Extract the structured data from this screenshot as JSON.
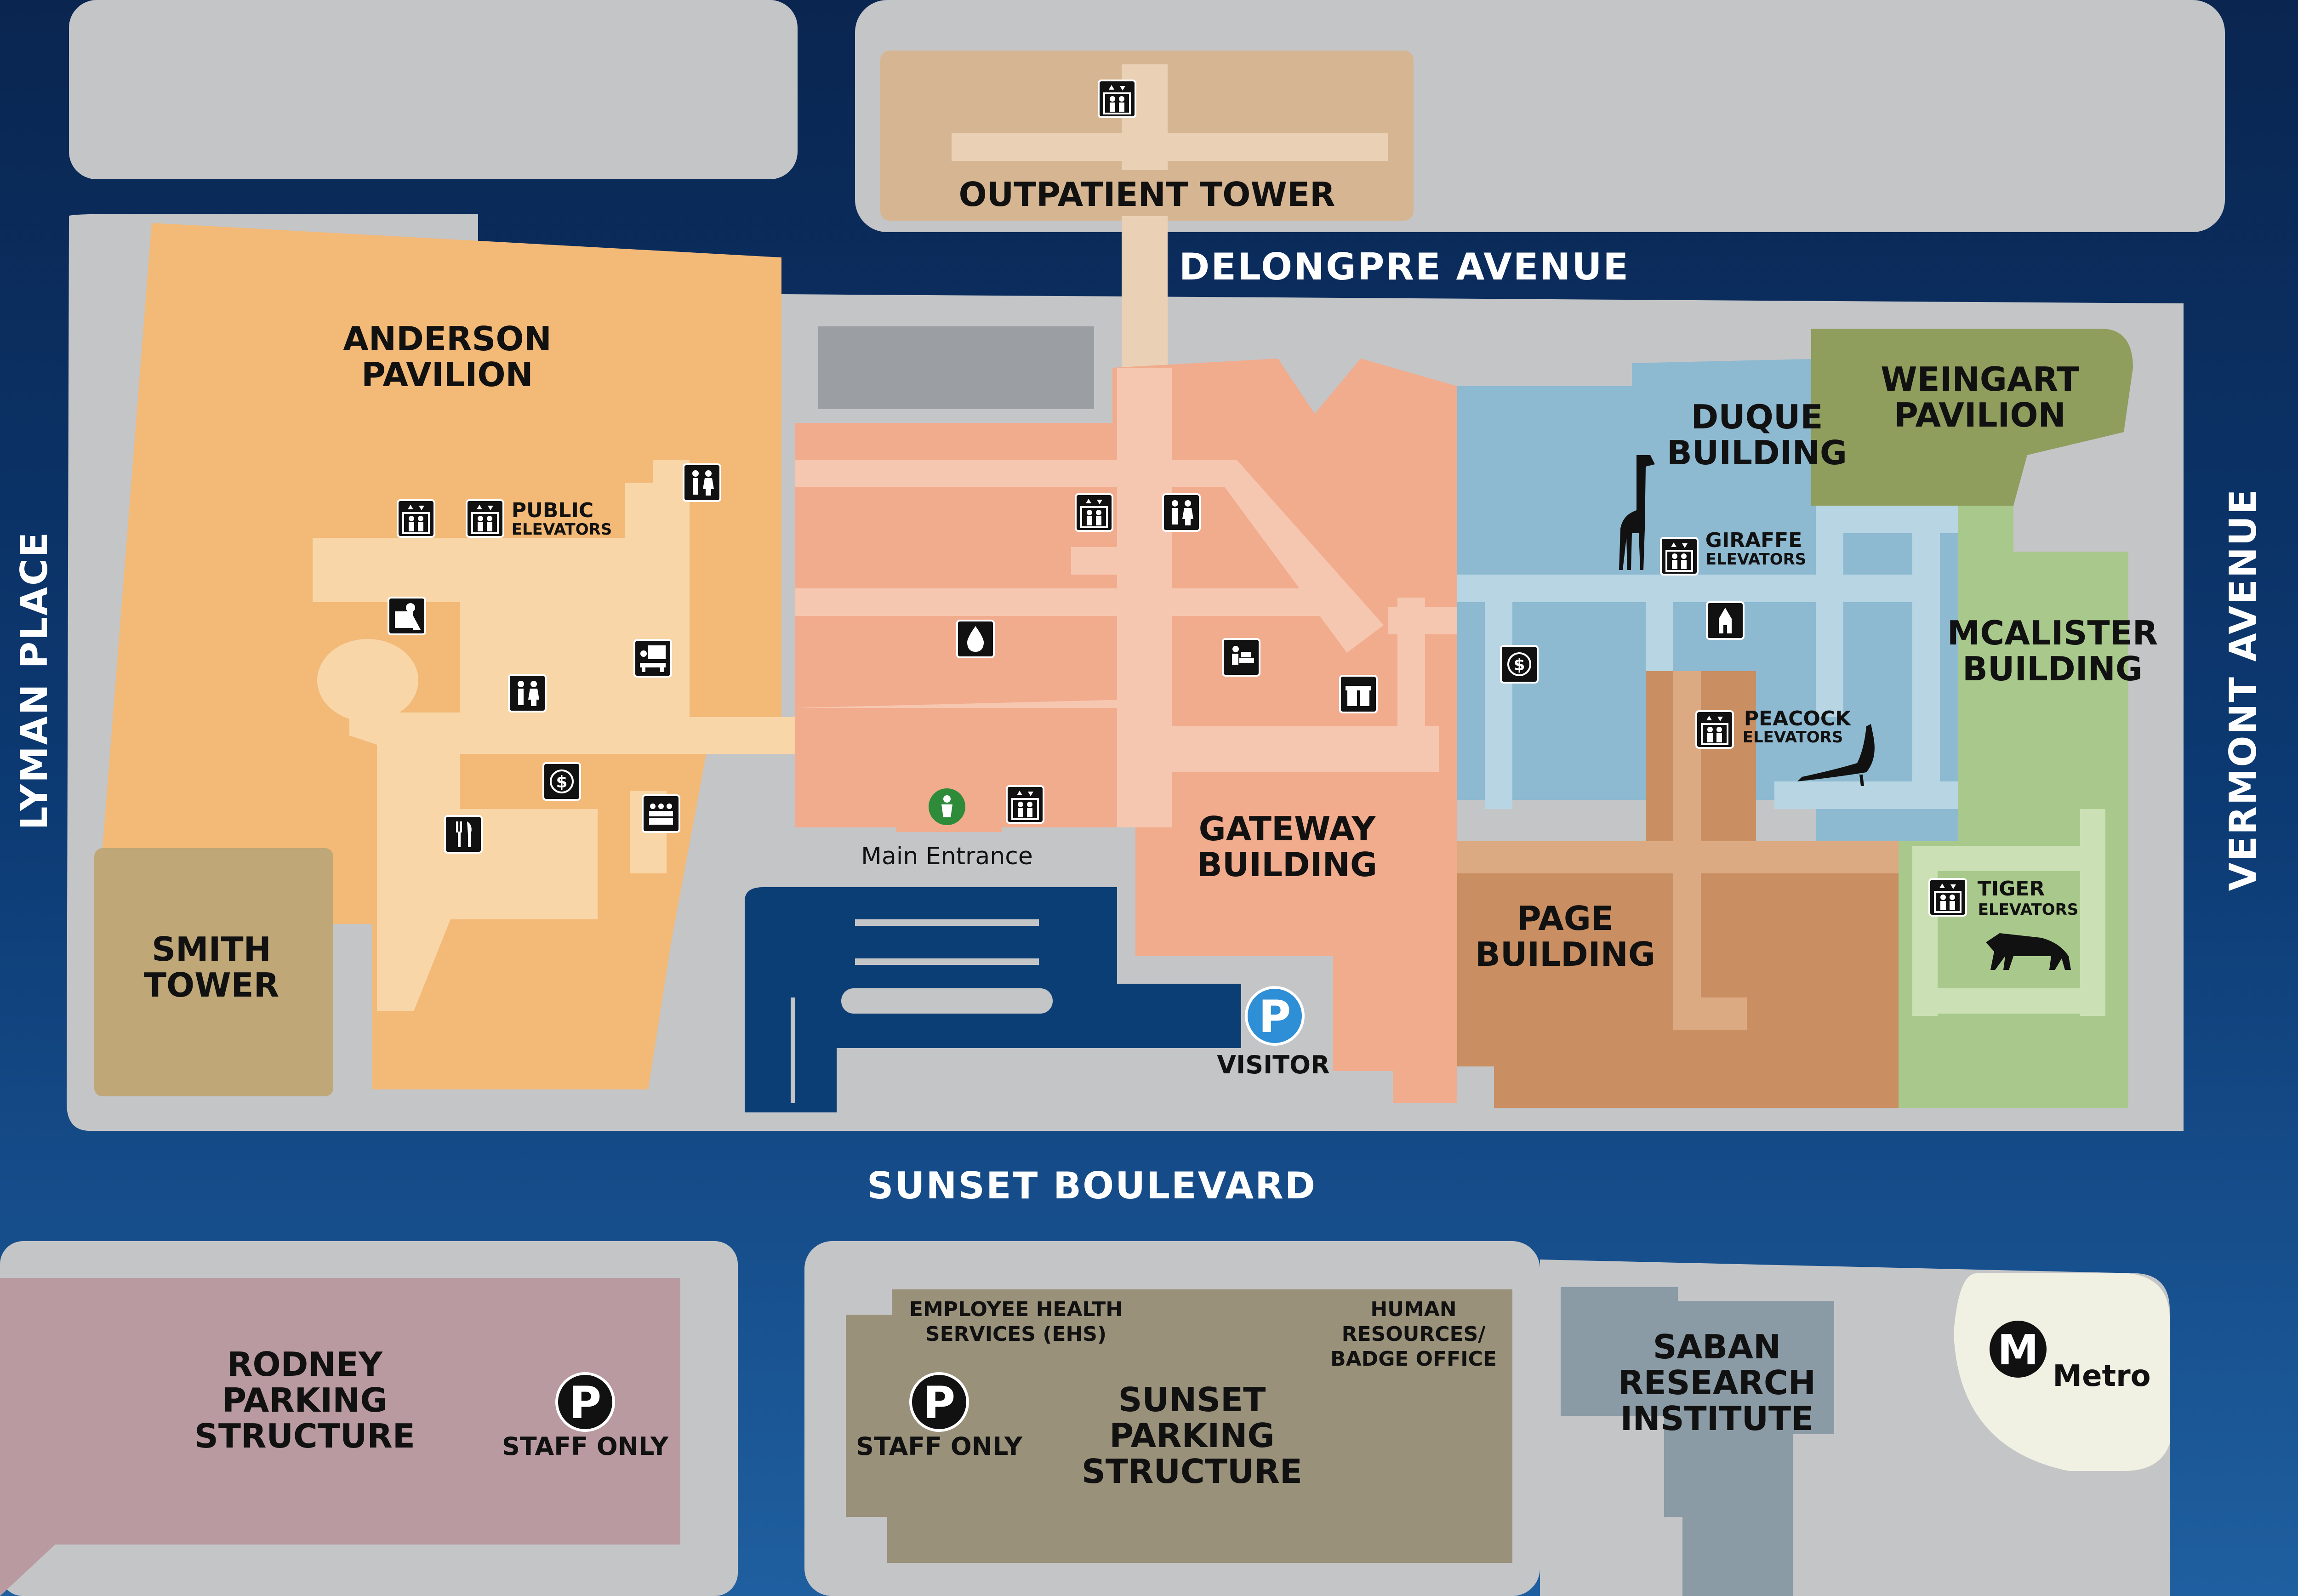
{
  "colors": {
    "ocean": "#0b2a55",
    "block": "#c4c5c7",
    "anderson": "#f2b977",
    "smith": "#bfa778",
    "outpatient": "#d6b692",
    "gateway": "#f1ab8d",
    "duque": "#8db9d1",
    "weingart": "#8f9e5d",
    "mcalister": "#a8c98b",
    "page": "#c98e62",
    "rodney": "#b89aa0",
    "sunset_parking": "#9a917b",
    "saban": "#8a9ba6",
    "metro": "#f1f1e3",
    "visitor_parking": "#2f8fd6",
    "entrance_icon": "#2e8b3a"
  },
  "streets": {
    "delongpre": "DELONGPRE AVENUE",
    "sunset": "SUNSET BOULEVARD",
    "lyman": "LYMAN PLACE",
    "vermont": "VERMONT AVENUE"
  },
  "buildings": {
    "outpatient": "OUTPATIENT TOWER",
    "anderson": [
      "ANDERSON",
      "PAVILION"
    ],
    "smith": [
      "SMITH",
      "TOWER"
    ],
    "gateway": [
      "GATEWAY",
      "BUILDING"
    ],
    "duque": [
      "DUQUE",
      "BUILDING"
    ],
    "weingart": [
      "WEINGART",
      "PAVILION"
    ],
    "mcalister": [
      "MCALISTER",
      "BUILDING"
    ],
    "page": [
      "PAGE",
      "BUILDING"
    ],
    "rodney": [
      "RODNEY",
      "PARKING",
      "STRUCTURE"
    ],
    "sunset_parking": [
      "SUNSET",
      "PARKING",
      "STRUCTURE"
    ],
    "saban": [
      "SABAN",
      "RESEARCH",
      "INSTITUTE"
    ]
  },
  "elevators": {
    "public": [
      "PUBLIC",
      "ELEVATORS"
    ],
    "giraffe": [
      "GIRAFFE",
      "ELEVATORS"
    ],
    "peacock": [
      "PEACOCK",
      "ELEVATORS"
    ],
    "tiger": [
      "TIGER",
      "ELEVATORS"
    ]
  },
  "places": {
    "main_entrance": "Main Entrance",
    "visitor": "VISITOR",
    "staff_only_rodney": "STAFF ONLY",
    "staff_only_sunset": "STAFF ONLY",
    "ehs": [
      "EMPLOYEE HEALTH",
      "SERVICES (EHS)"
    ],
    "hr": [
      "HUMAN",
      "RESOURCES/",
      "BADGE OFFICE"
    ],
    "metro": "Metro",
    "metro_letter": "M",
    "parking_letter": "P"
  }
}
